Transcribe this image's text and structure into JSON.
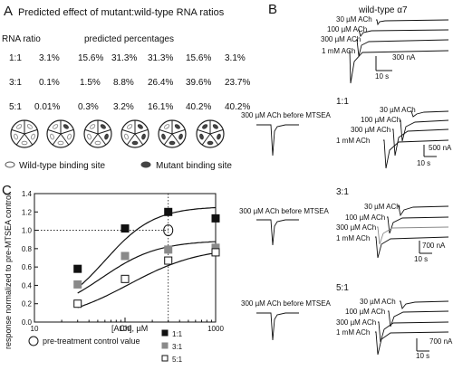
{
  "panel_a": {
    "letter": "A",
    "title": "Predicted effect of mutant:wild-type RNA ratios",
    "header_ratio": "RNA ratio",
    "header_pct": "predicted percentages",
    "rows": [
      {
        "ratio": "1:1",
        "values": [
          "3.1%",
          "15.6%",
          "31.3%",
          "31.3%",
          "15.6%",
          "3.1%"
        ]
      },
      {
        "ratio": "3:1",
        "values": [
          "0.1%",
          "1.5%",
          "8.8%",
          "26.4%",
          "39.6%",
          "23.7%"
        ]
      },
      {
        "ratio": "5:1",
        "values": [
          "0.01%",
          "0.3%",
          "3.2%",
          "16.1%",
          "40.2%",
          "40.2%"
        ]
      }
    ],
    "legend_wt": "Wild-type binding site",
    "legend_mut": "Mutant binding site"
  },
  "panel_b": {
    "letter": "B",
    "wt": {
      "title": "wild-type α7",
      "labels": [
        "30 µM ACh",
        "100 µM ACh",
        "300 µM ACh",
        "1 mM ACh"
      ],
      "scale_current": "300 nA",
      "scale_time": "10 s"
    },
    "r11": {
      "title": "1:1",
      "before": "300 µM ACh before MTSEA",
      "labels": [
        "30 µM ACh",
        "100 µM ACh",
        "300 µM ACh",
        "1 mM ACh"
      ],
      "scale_current": "500 nA",
      "scale_time": "10 s"
    },
    "r31": {
      "title": "3:1",
      "before": "300 µM ACh before MTSEA",
      "labels": [
        "30 µM ACh",
        "100 µM ACh",
        "300 µM ACh",
        "1 mM ACh"
      ],
      "scale_current": "700 nA",
      "scale_time": "10 s"
    },
    "r51": {
      "title": "5:1",
      "before": "300 µM ACh before MTSEA",
      "labels": [
        "30 µM ACh",
        "100 µM ACh",
        "300 µM ACh",
        "1 mM ACh"
      ],
      "scale_current": "700 nA",
      "scale_time": "10 s"
    }
  },
  "panel_c": {
    "letter": "C",
    "pretreatment_label": "pre-treatment control value",
    "chart_data": {
      "type": "scatter",
      "xlabel": "[ACh], µM",
      "ylabel": "response normalized to pre-MTSEA control",
      "xscale": "log",
      "xlim": [
        10,
        1000
      ],
      "ylim": [
        0,
        1.4
      ],
      "x_ticks": [
        "10",
        "100",
        "1000"
      ],
      "y_ticks": [
        "0.0",
        "0.2",
        "0.4",
        "0.6",
        "0.8",
        "1.0",
        "1.2",
        "1.4"
      ],
      "x": [
        30,
        100,
        300,
        1000
      ],
      "series": [
        {
          "name": "1:1",
          "values": [
            0.58,
            1.02,
            1.2,
            1.13
          ],
          "color": "#111111",
          "marker": "filled-square"
        },
        {
          "name": "3:1",
          "values": [
            0.41,
            0.72,
            0.79,
            0.81
          ],
          "color": "#8a8a8a",
          "marker": "gray-square"
        },
        {
          "name": "5:1",
          "values": [
            0.2,
            0.47,
            0.67,
            0.76
          ],
          "color": "#111111",
          "marker": "open-square"
        }
      ],
      "pretreatment_point": {
        "x": 300,
        "y": 1.0
      },
      "grid": false,
      "legend_position": "bottom-right"
    }
  }
}
